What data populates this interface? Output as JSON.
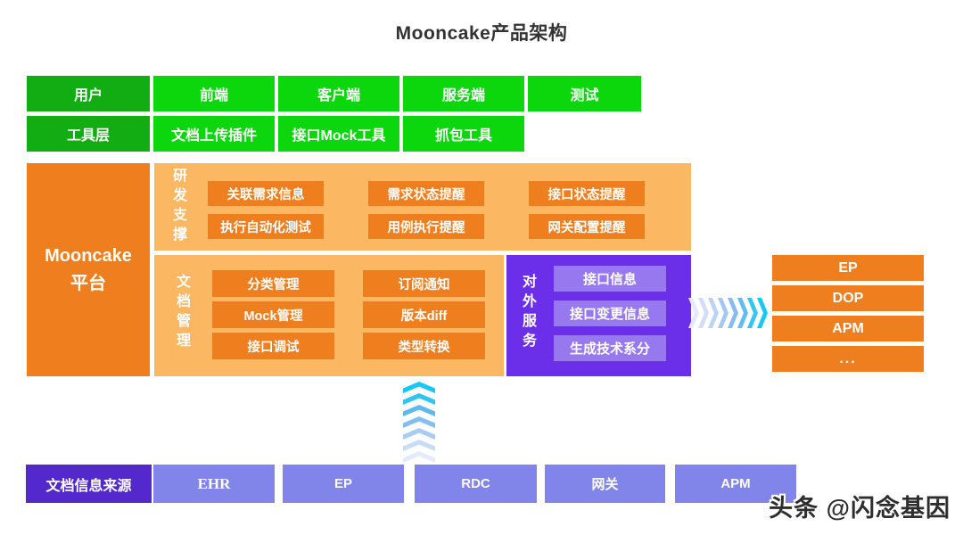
{
  "title": "Mooncake产品架构",
  "watermark": "头条 @闪念基因",
  "colors": {
    "green": "#0CD60C",
    "green-dark": "#12AD12",
    "orange": "#EF7E1E",
    "orange-light": "#FBB761",
    "purple": "#6C2FE9",
    "purple-btn": "#9878EE",
    "purple-dark": "#5329CE",
    "lavender": "#8185E9",
    "cyan": "#14C9F3"
  },
  "user_row": {
    "label": "用户",
    "items": [
      "前端",
      "客户端",
      "服务端",
      "测试"
    ]
  },
  "tools_row": {
    "label": "工具层",
    "items": [
      "文档上传插件",
      "接口Mock工具",
      "抓包工具"
    ]
  },
  "platform": {
    "line1": "Mooncake",
    "line2": "平台"
  },
  "dev_support": {
    "label": "研发支撑",
    "buttons": [
      "关联需求信息",
      "执行自动化测试",
      "需求状态提醒",
      "用例执行提醒",
      "接口状态提醒",
      "网关配置提醒"
    ]
  },
  "doc_manage": {
    "label": "文档管理",
    "buttons": [
      "分类管理",
      "Mock管理",
      "接口调试",
      "订阅通知",
      "版本diff",
      "类型转换"
    ]
  },
  "external_service": {
    "label": "对外服务",
    "buttons": [
      "接口信息",
      "接口变更信息",
      "生成技术系分"
    ]
  },
  "consumers": [
    "EP",
    "DOP",
    "APM",
    "..."
  ],
  "sources": {
    "label": "文档信息来源",
    "items": [
      "EHR",
      "EP",
      "RDC",
      "网关",
      "APM"
    ]
  }
}
